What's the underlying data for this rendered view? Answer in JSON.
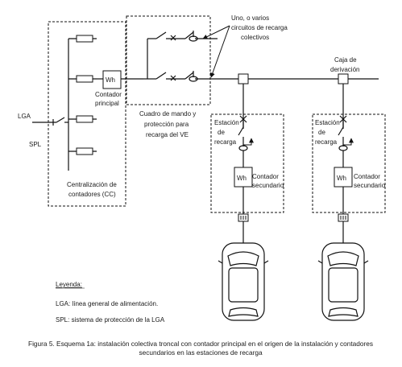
{
  "labels": {
    "lga": "LGA",
    "spl": "SPL",
    "wh": "Wh",
    "contador_principal": [
      "Contador",
      "principal"
    ],
    "centralizacion": [
      "Centralización de",
      "contadores (CC)"
    ],
    "cuadro": [
      "Cuadro de mando y",
      "protección para",
      "recarga del VE"
    ],
    "circuitos": [
      "Uno, o varios",
      "circuitos de recarga",
      "colectivos"
    ],
    "caja": [
      "Caja de",
      "derivación"
    ],
    "estacion": [
      "Estación",
      "de",
      "recarga"
    ],
    "estacion_right": [
      "Estación",
      "de",
      "recarga"
    ],
    "contador_secundario": [
      "Contador",
      "secundario"
    ]
  },
  "legend": {
    "title": "Leyenda:",
    "lga": "LGA: línea general de alimentación.",
    "spl": "SPL: sistema de protección de la LGA"
  },
  "caption": [
    "Figura 5. Esquema 1a: instalación colectiva troncal con contador principal en el origen de la instalación y contadores",
    "secundarios en las estaciones de recarga"
  ]
}
